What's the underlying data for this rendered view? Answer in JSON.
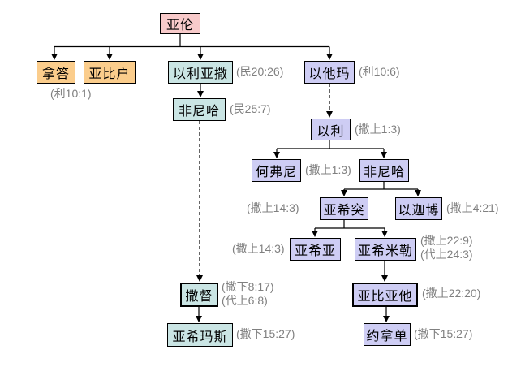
{
  "diagram": {
    "type": "family-tree",
    "root": "亚伦",
    "colors": {
      "root_box": "#f8caca",
      "nadab_abihu_box": "#fbcd8c",
      "eleazar_line_box": "#cae5e4",
      "ithamar_line_box": "#cecdf4",
      "border": "#000000",
      "ref_text": "#808080",
      "background": "#ffffff"
    },
    "nodes": {
      "aaron": {
        "label": "亚伦"
      },
      "nadab": {
        "label": "拿答"
      },
      "abihu": {
        "label": "亚比户"
      },
      "eleazar": {
        "label": "以利亚撒",
        "ref": "(民20:26)"
      },
      "ithamar": {
        "label": "以他玛",
        "ref": "(利10:6)"
      },
      "phinehas1": {
        "label": "非尼哈",
        "ref": "(民25:7)"
      },
      "eli": {
        "label": "以利",
        "ref": "(撒上1:3)"
      },
      "hophni": {
        "label": "何弗尼",
        "ref": "(撒上1:3)"
      },
      "phinehas2": {
        "label": "非尼哈"
      },
      "ahitub": {
        "label": "亚希突",
        "ref": "(撒上14:3)"
      },
      "ichabod": {
        "label": "以迦博",
        "ref": "(撒上4:21)"
      },
      "ahijah": {
        "label": "亚希亚",
        "ref": "(撒上14:3)"
      },
      "ahimelech": {
        "label": "亚希米勒",
        "ref1": "(撒上22:9)",
        "ref2": "(代上24:3)"
      },
      "zadok": {
        "label": "撒督",
        "ref1": "(撒下8:17)",
        "ref2": "(代上6:8)"
      },
      "abiathar": {
        "label": "亚比亚他",
        "ref": "(撒上22:20)"
      },
      "ahimaaz": {
        "label": "亚希玛斯",
        "ref": "(撒下15:27)"
      },
      "jonathan": {
        "label": "约拿单",
        "ref": "(撒下15:27)"
      }
    },
    "shared_refs": {
      "nadab_abihu": "(利10:1)"
    }
  }
}
